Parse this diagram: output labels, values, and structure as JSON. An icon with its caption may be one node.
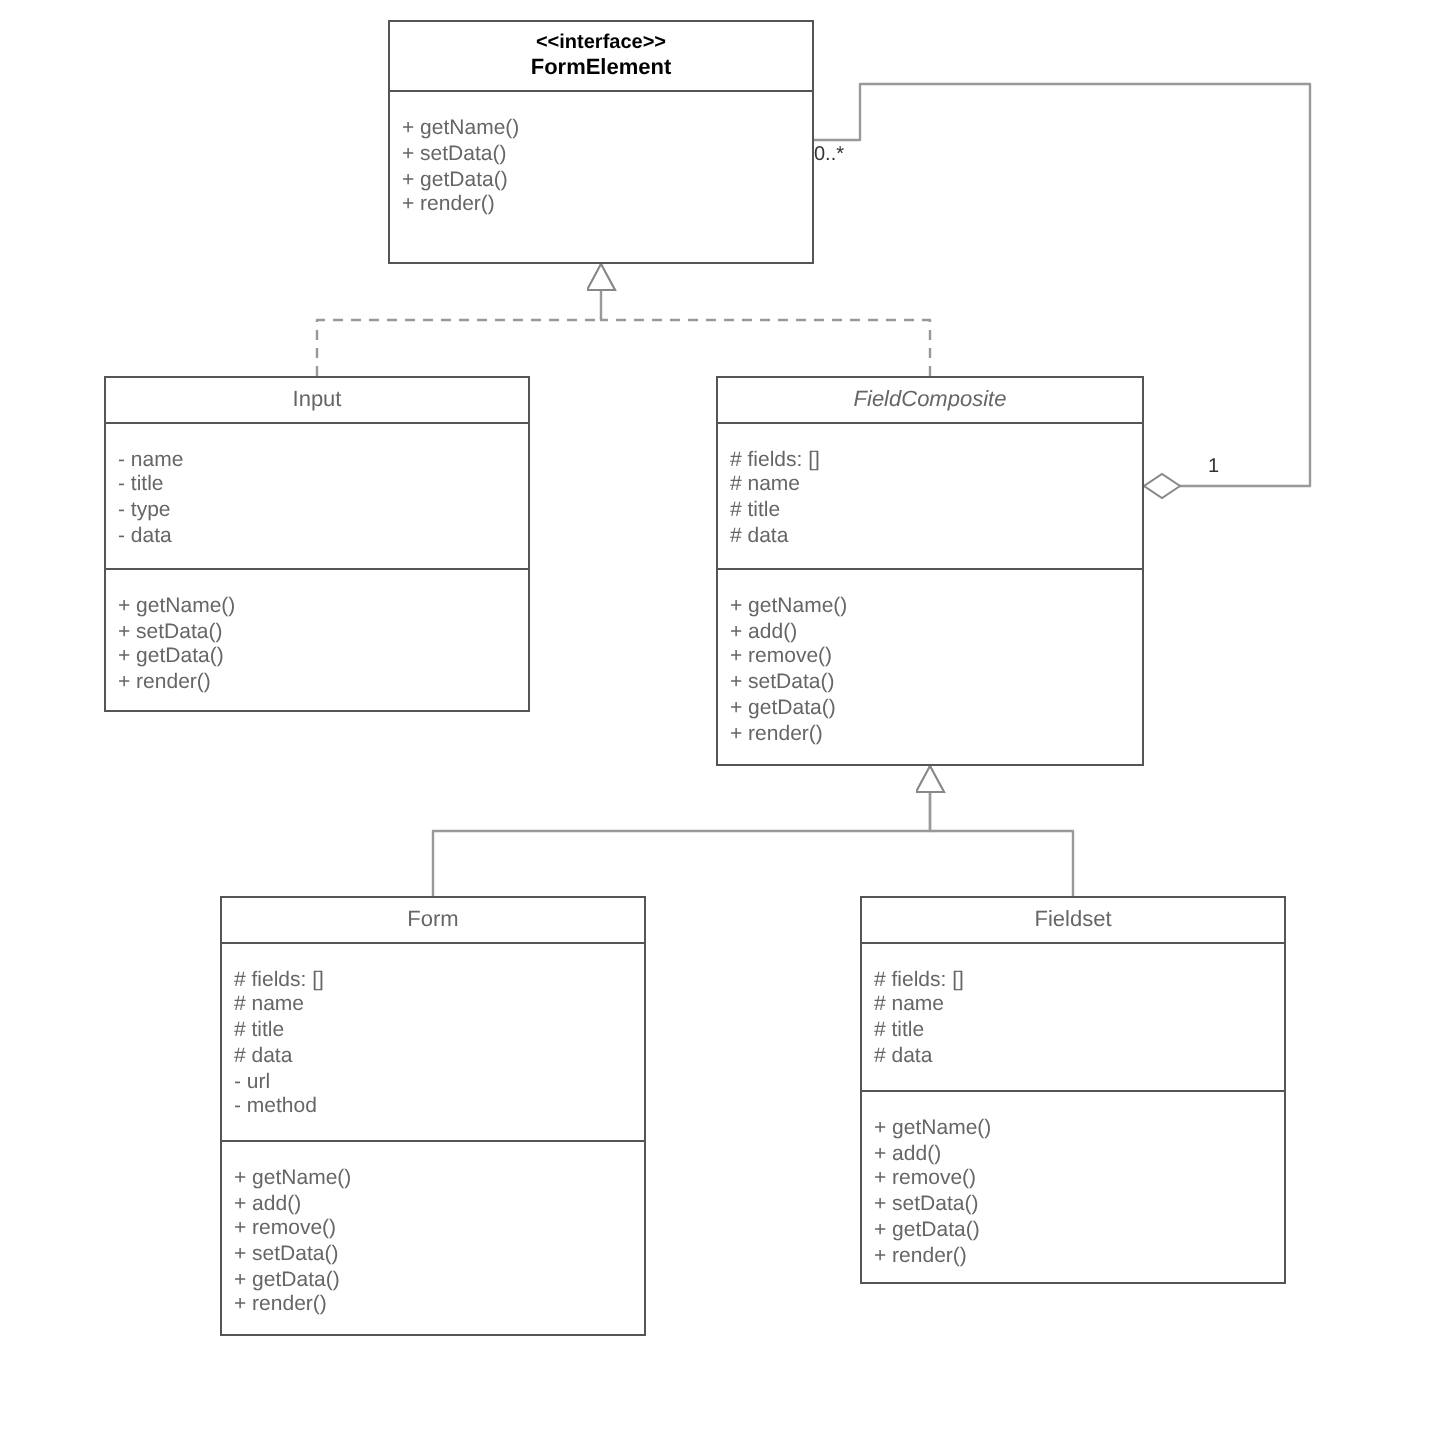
{
  "diagram": {
    "nodes": [
      {
        "text": [
          "<<interface>>",
          "FormElement"
        ]
      },
      {
        "text": [
          "+ getName()",
          "+ setData()",
          "+ getData()",
          "+ render()"
        ],
        "in": 0
      },
      {
        "text": [
          "Input"
        ]
      },
      {
        "text": [
          "- name",
          "- title",
          "- type",
          "- data"
        ],
        "in": 2
      },
      {
        "text": [
          "+ getName()",
          "+ setData()",
          "+ getData()",
          "+ render()"
        ],
        "in": 2
      },
      {
        "text": [
          "FieldComposite"
        ]
      },
      {
        "text": [
          "# fields: []",
          "# name",
          "# title",
          "# data"
        ],
        "in": 5
      },
      {
        "text": [
          "+ getName()",
          "+ add()",
          "+ remove()",
          "+ setData()",
          "+ getData()",
          "+ render()"
        ],
        "in": 5
      },
      {
        "text": [
          "Form"
        ]
      },
      {
        "text": [
          "# fields: []",
          "# name",
          "# title",
          "# data",
          "- url",
          "- method"
        ],
        "in": 8
      },
      {
        "text": [
          "+ getName()",
          "+ add()",
          "+ remove()",
          "+ setData()",
          "+ getData()",
          "+ render()"
        ],
        "in": 8
      },
      {
        "text": [
          "Fieldset"
        ]
      },
      {
        "text": [
          "# fields: []",
          "# name",
          "# title",
          "# data"
        ],
        "in": 11
      },
      {
        "text": [
          "+ getName()",
          "+ add()",
          "+ remove()",
          "+ setData()",
          "+ getData()",
          "+ render()"
        ],
        "in": 11
      }
    ],
    "edges": [
      {
        "from": 2,
        "to": 0,
        "arrow": "to",
        "style": "dashed"
      },
      {
        "from": 5,
        "to": 0,
        "arrow": "to",
        "style": "dashed"
      },
      {
        "from": 8,
        "to": 5,
        "arrow": "to"
      },
      {
        "from": 11,
        "to": 5,
        "arrow": "to"
      },
      {
        "from": 0,
        "to": 5,
        "arrow": "other"
      }
    ],
    "labels": [
      "0..*",
      "1"
    ]
  }
}
